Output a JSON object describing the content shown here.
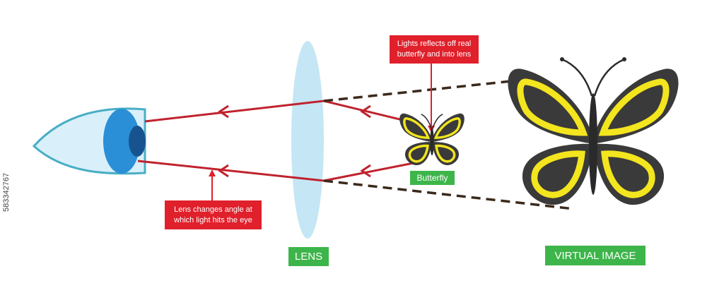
{
  "labels": {
    "reflect_note": [
      "Lights reflects off real",
      "butterfly and into lens"
    ],
    "eye_note": [
      "Lens changes angle at",
      "which light hits the eye"
    ],
    "butterfly": "Butterfly",
    "lens": "LENS",
    "virtual_image": "VIRTUAL IMAGE"
  },
  "side_text": "583342767",
  "colors": {
    "ray": "#c0222e",
    "note_bg": "#e0202b",
    "tag_bg": "#3db54a",
    "lens_fill": "#bfe3f3",
    "eye_iris": "#2a8fd6",
    "eye_pupil": "#17548f",
    "eye_white": "#d9f0fb",
    "eye_outline": "#4aaec5",
    "wing_dark": "#3a3a3a",
    "wing_yellow": "#f3e51e",
    "dash": "#3a2a1c"
  }
}
